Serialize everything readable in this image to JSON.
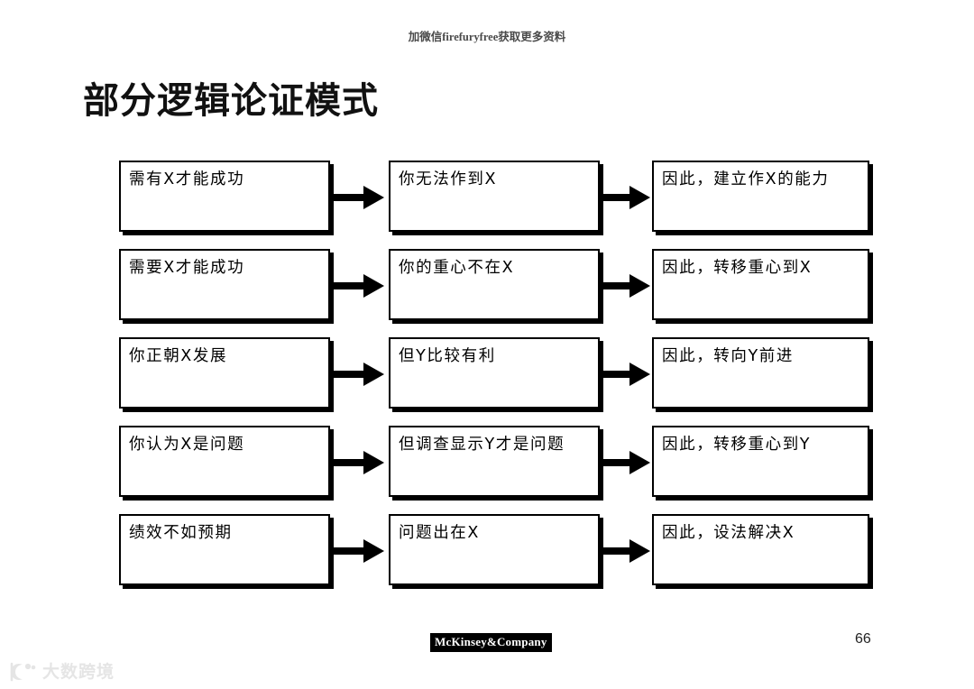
{
  "header": {
    "promo_watermark": "加微信firefuryfree获取更多资料"
  },
  "slide": {
    "title": "部分逻辑论证模式",
    "page_number": "66"
  },
  "flow": {
    "arrow_icon": "arrow-right-block-icon",
    "columns": [
      "premise",
      "conflict",
      "conclusion"
    ],
    "rows": [
      {
        "premise": "需有X才能成功",
        "conflict": "你无法作到X",
        "conclusion": "因此，建立作X的能力"
      },
      {
        "premise": "需要X才能成功",
        "conflict": "你的重心不在X",
        "conclusion": "因此，转移重心到X"
      },
      {
        "premise": "你正朝X发展",
        "conflict": "但Y比较有利",
        "conclusion": "因此，转向Y前进"
      },
      {
        "premise": "你认为X是问题",
        "conflict": "但调查显示Y才是问题",
        "conclusion": "因此，转移重心到Y"
      },
      {
        "premise": "绩效不如预期",
        "conflict": "问题出在X",
        "conclusion": "因此，设法解决X"
      }
    ]
  },
  "footer": {
    "logo_text": "McKinsey&Company"
  },
  "watermark": {
    "brand_text": "大数跨境",
    "mark_icon": "brand-logo-icon"
  },
  "colors": {
    "ink": "#000000",
    "paper": "#ffffff",
    "watermark_grey": "#e3e3e3"
  }
}
